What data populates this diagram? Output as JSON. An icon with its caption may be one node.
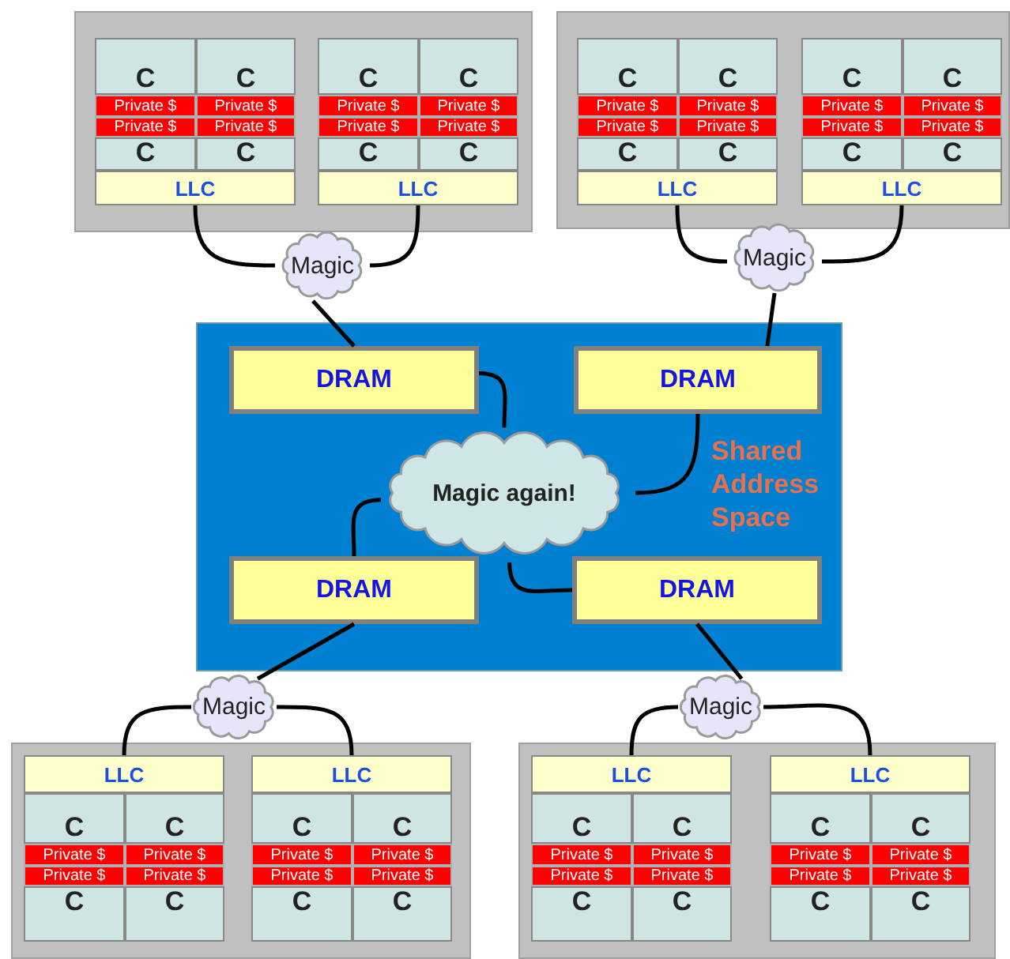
{
  "diagram": {
    "nodes": [
      {
        "text": [],
        "shape": "box"
      },
      {
        "text": [
          "C"
        ],
        "in": 0
      },
      {
        "text": [
          "C"
        ],
        "in": 0
      },
      {
        "text": [
          "Private $"
        ],
        "in": 0
      },
      {
        "text": [
          "Private $"
        ],
        "in": 0
      },
      {
        "text": [
          "Private $"
        ],
        "in": 0
      },
      {
        "text": [
          "Private $"
        ],
        "in": 0
      },
      {
        "text": [
          "C"
        ],
        "in": 0
      },
      {
        "text": [
          "C"
        ],
        "in": 0
      },
      {
        "text": [
          "LLC"
        ],
        "in": 0
      },
      {
        "text": [
          "C"
        ],
        "in": 0
      },
      {
        "text": [
          "C"
        ],
        "in": 0
      },
      {
        "text": [
          "Private $"
        ],
        "in": 0
      },
      {
        "text": [
          "Private $"
        ],
        "in": 0
      },
      {
        "text": [
          "Private $"
        ],
        "in": 0
      },
      {
        "text": [
          "Private $"
        ],
        "in": 0
      },
      {
        "text": [
          "C"
        ],
        "in": 0
      },
      {
        "text": [
          "C"
        ],
        "in": 0
      },
      {
        "text": [
          "LLC"
        ],
        "in": 0
      },
      {
        "text": [],
        "shape": "box"
      },
      {
        "text": [
          "C"
        ],
        "in": 19
      },
      {
        "text": [
          "C"
        ],
        "in": 19
      },
      {
        "text": [
          "Private $"
        ],
        "in": 19
      },
      {
        "text": [
          "Private $"
        ],
        "in": 19
      },
      {
        "text": [
          "Private $"
        ],
        "in": 19
      },
      {
        "text": [
          "Private $"
        ],
        "in": 19
      },
      {
        "text": [
          "C"
        ],
        "in": 19
      },
      {
        "text": [
          "C"
        ],
        "in": 19
      },
      {
        "text": [
          "LLC"
        ],
        "in": 19
      },
      {
        "text": [
          "C"
        ],
        "in": 19
      },
      {
        "text": [
          "C"
        ],
        "in": 19
      },
      {
        "text": [
          "Private $"
        ],
        "in": 19
      },
      {
        "text": [
          "Private $"
        ],
        "in": 19
      },
      {
        "text": [
          "Private $"
        ],
        "in": 19
      },
      {
        "text": [
          "Private $"
        ],
        "in": 19
      },
      {
        "text": [
          "C"
        ],
        "in": 19
      },
      {
        "text": [
          "C"
        ],
        "in": 19
      },
      {
        "text": [
          "LLC"
        ],
        "in": 19
      },
      {
        "text": [
          "Magic"
        ]
      },
      {
        "text": [
          "Magic"
        ]
      },
      {
        "text": [
          "Shared Address Space"
        ]
      },
      {
        "text": [
          "DRAM"
        ],
        "in": 40
      },
      {
        "text": [
          "DRAM"
        ],
        "in": 40
      },
      {
        "text": [
          "Magic again!"
        ],
        "in": 40
      },
      {
        "text": [
          "DRAM"
        ],
        "in": 40
      },
      {
        "text": [
          "DRAM"
        ],
        "in": 40
      },
      {
        "text": [
          "Magic"
        ]
      },
      {
        "text": [
          "Magic"
        ]
      },
      {
        "text": [],
        "shape": "box"
      },
      {
        "text": [
          "LLC"
        ],
        "in": 48
      },
      {
        "text": [
          "C"
        ],
        "in": 48
      },
      {
        "text": [
          "C"
        ],
        "in": 48
      },
      {
        "text": [
          "Private $"
        ],
        "in": 48
      },
      {
        "text": [
          "Private $"
        ],
        "in": 48
      },
      {
        "text": [
          "Private $"
        ],
        "in": 48
      },
      {
        "text": [
          "Private $"
        ],
        "in": 48
      },
      {
        "text": [
          "C"
        ],
        "in": 48
      },
      {
        "text": [
          "C"
        ],
        "in": 48
      },
      {
        "text": [
          "LLC"
        ],
        "in": 48
      },
      {
        "text": [
          "C"
        ],
        "in": 48
      },
      {
        "text": [
          "C"
        ],
        "in": 48
      },
      {
        "text": [
          "Private $"
        ],
        "in": 48
      },
      {
        "text": [
          "Private $"
        ],
        "in": 48
      },
      {
        "text": [
          "Private $"
        ],
        "in": 48
      },
      {
        "text": [
          "Private $"
        ],
        "in": 48
      },
      {
        "text": [
          "C"
        ],
        "in": 48
      },
      {
        "text": [
          "C"
        ],
        "in": 48
      },
      {
        "text": [],
        "shape": "box"
      },
      {
        "text": [
          "LLC"
        ],
        "in": 67
      },
      {
        "text": [
          "C"
        ],
        "in": 67
      },
      {
        "text": [
          "C"
        ],
        "in": 67
      },
      {
        "text": [
          "Private $"
        ],
        "in": 67
      },
      {
        "text": [
          "Private $"
        ],
        "in": 67
      },
      {
        "text": [
          "Private $"
        ],
        "in": 67
      },
      {
        "text": [
          "Private $"
        ],
        "in": 67
      },
      {
        "text": [
          "C"
        ],
        "in": 67
      },
      {
        "text": [
          "C"
        ],
        "in": 67
      },
      {
        "text": [
          "LLC"
        ],
        "in": 67
      },
      {
        "text": [
          "C"
        ],
        "in": 67
      },
      {
        "text": [
          "C"
        ],
        "in": 67
      },
      {
        "text": [
          "Private $"
        ],
        "in": 67
      },
      {
        "text": [
          "Private $"
        ],
        "in": 67
      },
      {
        "text": [
          "Private $"
        ],
        "in": 67
      },
      {
        "text": [
          "Private $"
        ],
        "in": 67
      },
      {
        "text": [
          "C"
        ],
        "in": 67
      },
      {
        "text": [
          "C"
        ],
        "in": 67
      }
    ],
    "edges": [
      {
        "from": 9,
        "to": 38,
        "arrow": "none"
      },
      {
        "from": 18,
        "to": 38,
        "arrow": "none"
      },
      {
        "from": 28,
        "to": 39,
        "arrow": "none"
      },
      {
        "from": 37,
        "to": 39,
        "arrow": "none"
      },
      {
        "from": 38,
        "to": 41,
        "arrow": "none"
      },
      {
        "from": 39,
        "to": 42,
        "arrow": "none"
      },
      {
        "from": 41,
        "to": 43,
        "arrow": "none"
      },
      {
        "from": 42,
        "to": 43,
        "arrow": "none"
      },
      {
        "from": 44,
        "to": 43,
        "arrow": "none"
      },
      {
        "from": 45,
        "to": 43,
        "arrow": "none"
      },
      {
        "from": 44,
        "to": 46,
        "arrow": "none"
      },
      {
        "from": 45,
        "to": 47,
        "arrow": "none"
      },
      {
        "from": 49,
        "to": 46,
        "arrow": "none"
      },
      {
        "from": 58,
        "to": 46,
        "arrow": "none"
      },
      {
        "from": 68,
        "to": 47,
        "arrow": "none"
      },
      {
        "from": 77,
        "to": 47,
        "arrow": "none"
      }
    ]
  }
}
